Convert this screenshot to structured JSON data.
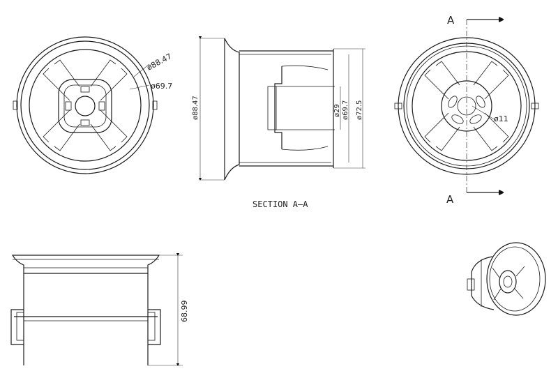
{
  "front_view": {
    "dim_outer": "ø88.47",
    "dim_inner": "ø69.7"
  },
  "section_view": {
    "dim_outer": "ø88.47",
    "dim_hub": "ø29",
    "dim_inner": "ø69.7",
    "dim_mid": "ø72.5",
    "caption": "SECTION A—A"
  },
  "rear_view": {
    "cut_label_top": "A",
    "cut_label_bottom": "A",
    "dim_bore": "ø11"
  },
  "side_view": {
    "dim_height": "68.99"
  }
}
